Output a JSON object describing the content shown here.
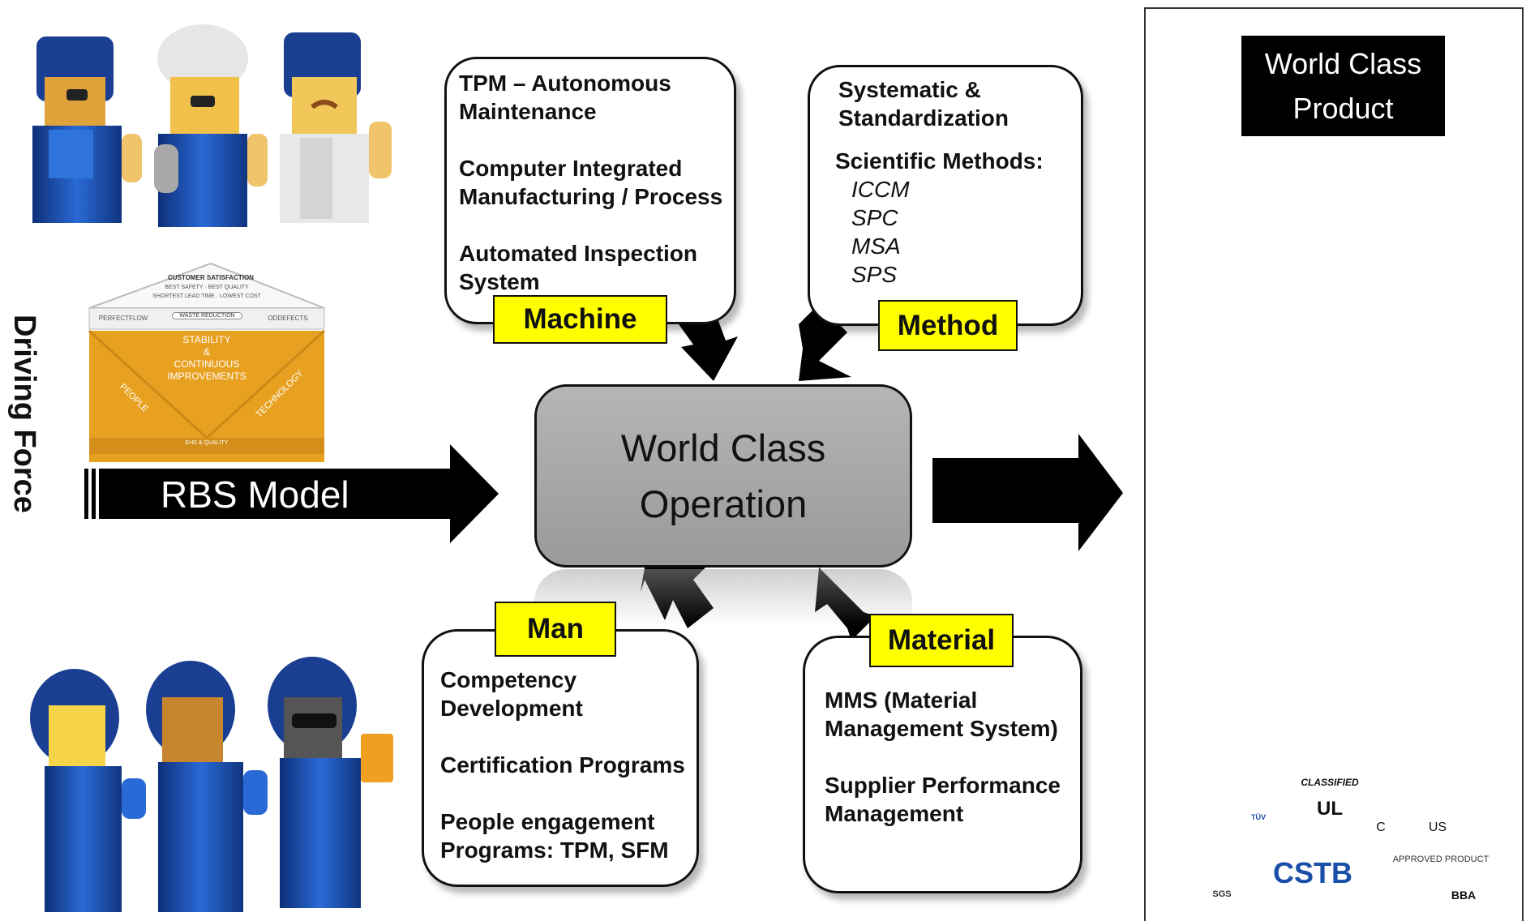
{
  "side_label": "Driving Force",
  "rbs_model": {
    "label": "RBS Model",
    "house": {
      "roof_title": "CUSTOMER SATISFACTION",
      "roof_line1": "BEST SAFETY · BEST QUALITY",
      "roof_line2": "SHORTEST LEAD TIME · LOWEST COST",
      "beam_left": "PERFECTFLOW",
      "beam_center": "WASTE REDUCTION",
      "beam_right": "ODDEFECTS",
      "core_line1": "STABILITY",
      "core_line2": "&",
      "core_line3": "CONTINUOUS",
      "core_line4": "IMPROVEMENTS",
      "pillar_left": "PEOPLE",
      "pillar_right": "TECHNOLOGY",
      "foundation": "EHS & QUALITY"
    }
  },
  "center": {
    "line1": "World Class",
    "line2": "Operation"
  },
  "machine": {
    "tag": "Machine",
    "item1_line1": "TPM – Autonomous",
    "item1_line2": "Maintenance",
    "item2_line1": "Computer Integrated",
    "item2_line2": "Manufacturing / Process",
    "item3_line1": "Automated Inspection",
    "item3_line2": "System"
  },
  "method": {
    "tag": "Method",
    "item1_line1": "Systematic &",
    "item1_line2": "Standardization",
    "item2_title": "Scientific Methods:",
    "methods": [
      "ICCM",
      "SPC",
      "MSA",
      "SPS"
    ]
  },
  "man": {
    "tag": "Man",
    "item1_line1": "Competency",
    "item1_line2": "Development",
    "item2": "Certification Programs",
    "item3_line1": "People engagement",
    "item3_line2": "Programs: TPM, SFM"
  },
  "material": {
    "tag": "Material",
    "item1_line1": "MMS (Material",
    "item1_line2": "Management System)",
    "item2_line1": "Supplier Performance",
    "item2_line2": "Management"
  },
  "product": {
    "title_line1": "World Class",
    "title_line2": "Product",
    "cert_labels": {
      "ul_classified": "CLASSIFIED",
      "ul": "UL",
      "csa_c": "C",
      "csa_us": "US",
      "tuv": "TÜV",
      "sgs": "SGS",
      "cstb": "CSTB",
      "bba_approved": "APPROVED PRODUCT",
      "bba": "BBA"
    }
  },
  "colors": {
    "tag_yellow": "#ffff00",
    "center_grey": "#a8a8a8",
    "house_orange": "#e8a020",
    "panel_blue": "#1e3f9a",
    "worker_blue": "#1a4fa8"
  },
  "icons": {
    "worker": "worker-figure-icon",
    "panel": "solar-panel-icon"
  }
}
